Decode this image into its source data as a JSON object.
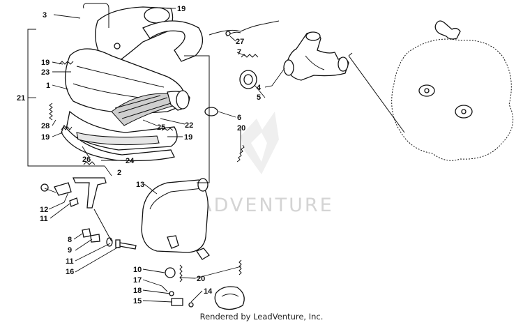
{
  "diagram": {
    "callouts": [
      "1",
      "2",
      "3",
      "4",
      "5",
      "6",
      "7",
      "8",
      "9",
      "10",
      "11",
      "11",
      "12",
      "13",
      "14",
      "15",
      "16",
      "17",
      "18",
      "19",
      "19",
      "19",
      "19",
      "20",
      "20",
      "21",
      "22",
      "23",
      "24",
      "25",
      "26",
      "27",
      "28"
    ],
    "watermark": "LEADVENTURE",
    "credit": "Rendered by LeadVenture, Inc."
  }
}
